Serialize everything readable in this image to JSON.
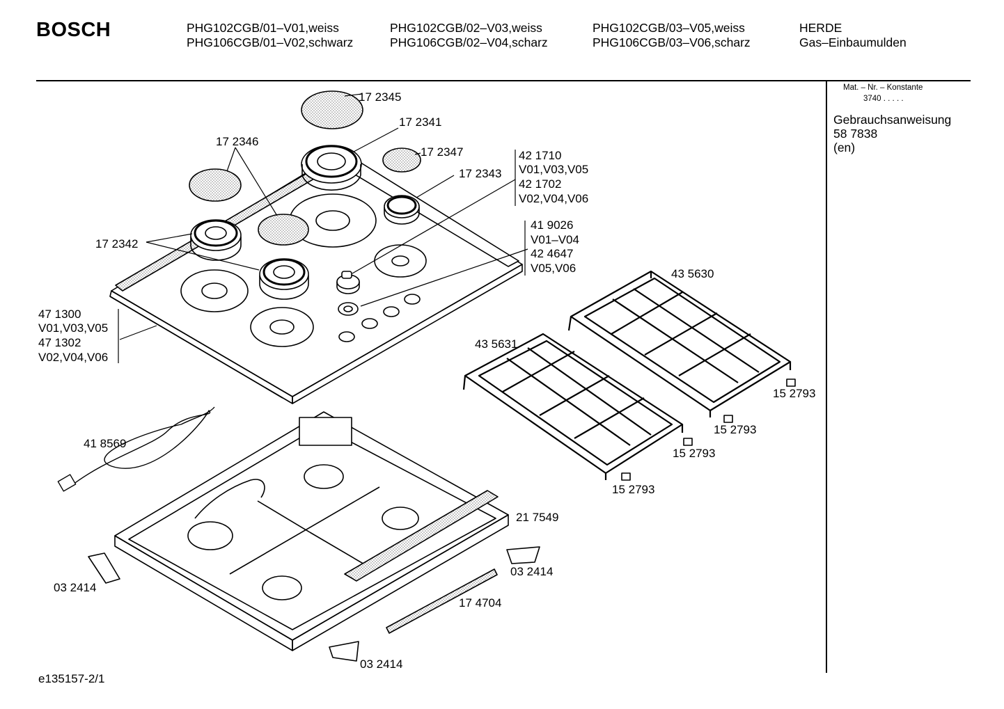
{
  "header": {
    "brand": "BOSCH",
    "models": [
      [
        "PHG102CGB/01–V01,weiss",
        "PHG106CGB/01–V02,schwarz"
      ],
      [
        "PHG102CGB/02–V03,weiss",
        "PHG106CGB/02–V04,scharz"
      ],
      [
        "PHG102CGB/03–V05,weiss",
        "PHG106CGB/03–V06,scharz"
      ]
    ],
    "category": [
      "HERDE",
      "Gas–Einbaumulden"
    ]
  },
  "sidebar": {
    "mat_label": "Mat. – Nr. – Konstante",
    "mat_value": "3740 .   .   .   .   .",
    "manual_title": "Gebrauchsanweisung",
    "manual_number": "58 7838",
    "manual_lang": "(en)"
  },
  "labels": {
    "p172345": "17 2345",
    "p172341": "17 2341",
    "p172346": "17 2346",
    "p172347": "17 2347",
    "p172343": "17 2343",
    "p421710": [
      "42 1710",
      "V01,V03,V05",
      "42 1702",
      "V02,V04,V06"
    ],
    "p419026": [
      "41 9026",
      "V01–V04",
      "42 4647",
      "V05,V06"
    ],
    "p172342": "17 2342",
    "p471300": [
      "47 1300",
      "V01,V03,V05",
      "47 1302",
      "V02,V04,V06"
    ],
    "p435630": "43 5630",
    "p435631": "43 5631",
    "p152793": [
      "15 2793",
      "15 2793",
      "15 2793",
      "15 2793"
    ],
    "p418569": "41 8569",
    "p217549": "21 7549",
    "p032414": [
      "03 2414",
      "03 2414",
      "03 2414"
    ],
    "p174704": "17 4704"
  },
  "footer": {
    "drawing_id": "e135157-2/1"
  }
}
